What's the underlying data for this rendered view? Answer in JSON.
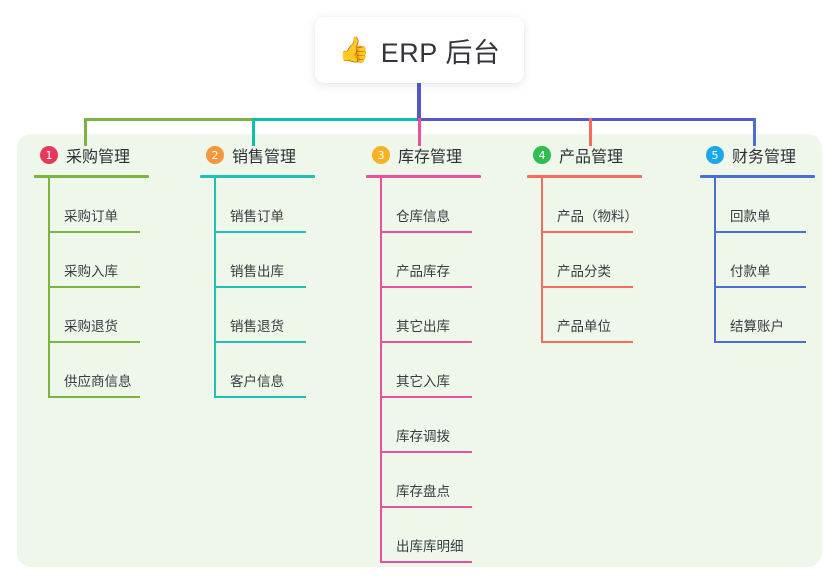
{
  "root": {
    "emoji": "👍",
    "emoji_name": "thumbs-up-icon",
    "title": "ERP 后台"
  },
  "colors": {
    "panel_bg": "#eef7e9",
    "root_stem": "#5457c8",
    "bus_green": "#7cb342",
    "bus_teal": "#0bbfb0",
    "bus_blue": "#5457c8"
  },
  "columns": [
    {
      "number": "1",
      "title": "采购管理",
      "badge_color": "#e8395c",
      "line_color": "#7cb342",
      "items": [
        "采购订单",
        "采购入库",
        "采购退货",
        "供应商信息"
      ]
    },
    {
      "number": "2",
      "title": "销售管理",
      "badge_color": "#f5973d",
      "line_color": "#22bfb6",
      "items": [
        "销售订单",
        "销售出库",
        "销售退货",
        "客户信息"
      ]
    },
    {
      "number": "3",
      "title": "库存管理",
      "badge_color": "#f5b324",
      "line_color": "#e7529f",
      "items": [
        "仓库信息",
        "产品库存",
        "其它出库",
        "其它入库",
        "库存调拨",
        "库存盘点",
        "出库库明细"
      ]
    },
    {
      "number": "4",
      "title": "产品管理",
      "badge_color": "#2ebd4e",
      "line_color": "#f56b60",
      "items": [
        "产品（物料）",
        "产品分类",
        "产品单位"
      ]
    },
    {
      "number": "5",
      "title": "财务管理",
      "badge_color": "#1aa7ec",
      "line_color": "#4a6fd0",
      "items": [
        "回款单",
        "付款单",
        "结算账户"
      ]
    }
  ]
}
